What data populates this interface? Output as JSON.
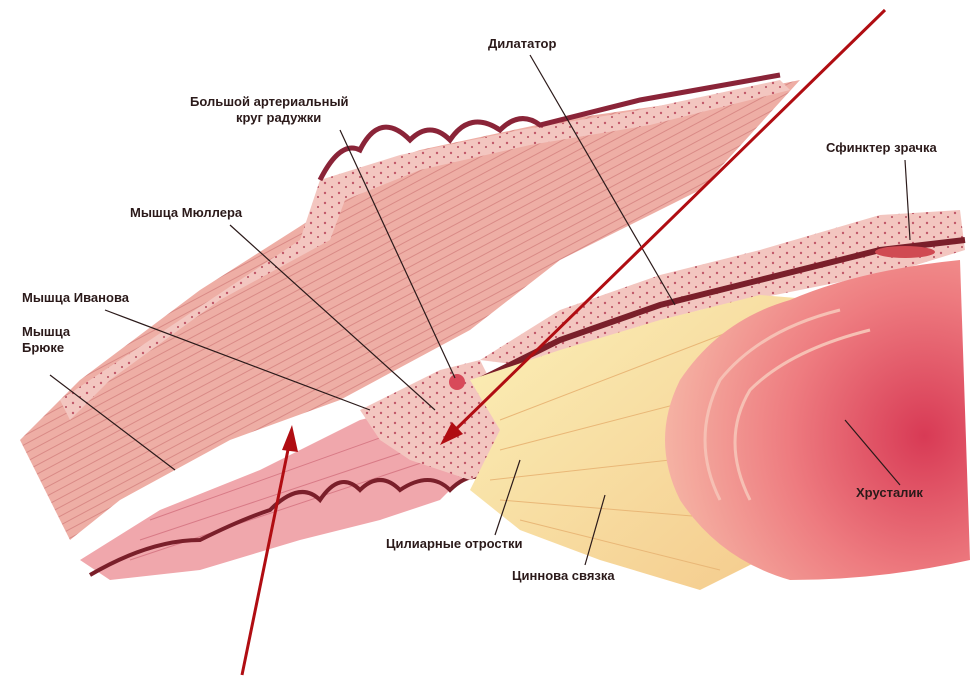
{
  "labels": {
    "dilatator": "Дилататор",
    "artery_circle_line1": "Большой артериальный",
    "artery_circle_line2": "круг радужки",
    "sphincter": "Сфинктер зрачка",
    "muller": "Мышца Мюллера",
    "ivanov": "Мышца Иванова",
    "brucke_line1": "Мышца",
    "brucke_line2": "Брюке",
    "ciliary": "Цилиарные отростки",
    "zinn": "Циннова связка",
    "lens": "Хрусталик"
  },
  "colors": {
    "sclera": "#eeb3a8",
    "stroma_dots": "#f6d2cd",
    "pigment": "#7a1f2a",
    "zonule": "#f9e6a8",
    "lens_outer": "#f08a8a",
    "lens_inner": "#e24b5e",
    "arrow": "#b00d12",
    "leader": "#2b1a1a"
  }
}
